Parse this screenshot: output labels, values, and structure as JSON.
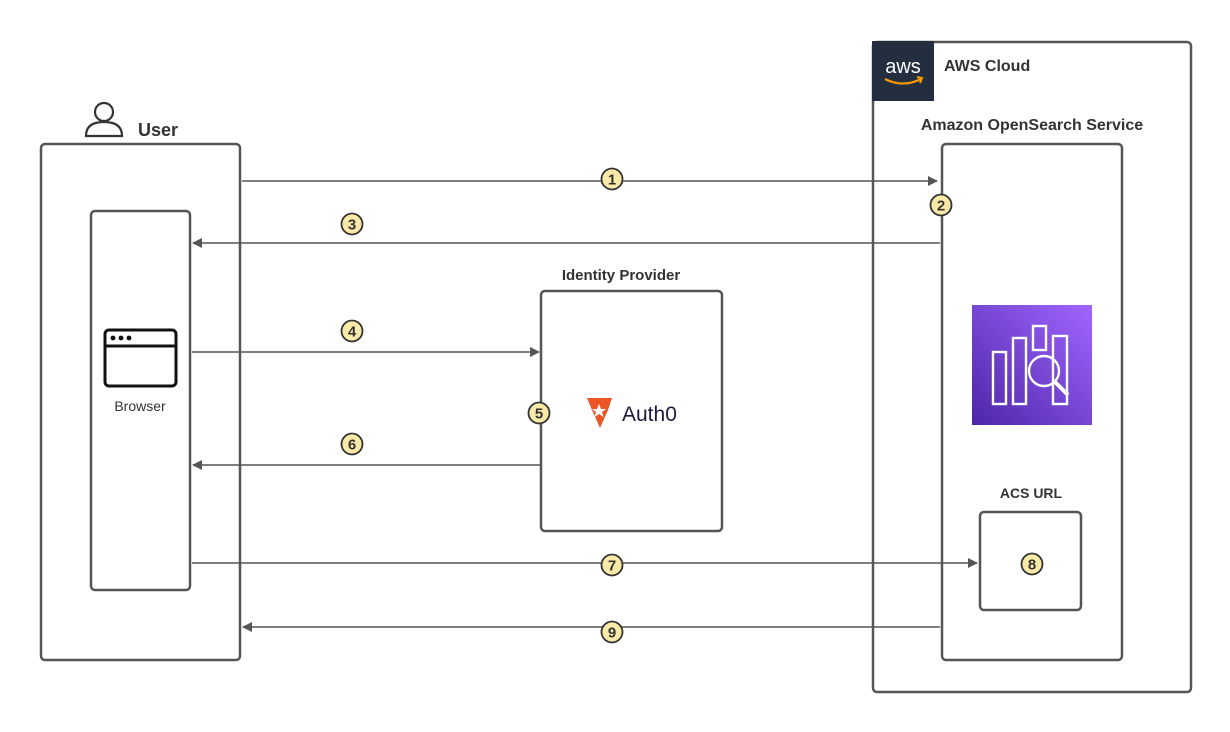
{
  "user": {
    "label": "User"
  },
  "browser": {
    "label": "Browser"
  },
  "aws_cloud": {
    "logo_text": "aws",
    "label": "AWS Cloud",
    "logo_bg": "#232f3e"
  },
  "opensearch": {
    "label": "Amazon OpenSearch Service",
    "icon_color_top": "#8c4fff",
    "icon_color_bottom": "#4d27a8"
  },
  "identity_provider": {
    "label": "Identity Provider",
    "brand_name": "Auth0",
    "brand_color": "#eb5424"
  },
  "acs": {
    "label": "ACS URL"
  },
  "steps": [
    "1",
    "2",
    "3",
    "4",
    "5",
    "6",
    "7",
    "8",
    "9"
  ],
  "colors": {
    "badge_fill": "#fbe9a8",
    "line": "#555555"
  }
}
